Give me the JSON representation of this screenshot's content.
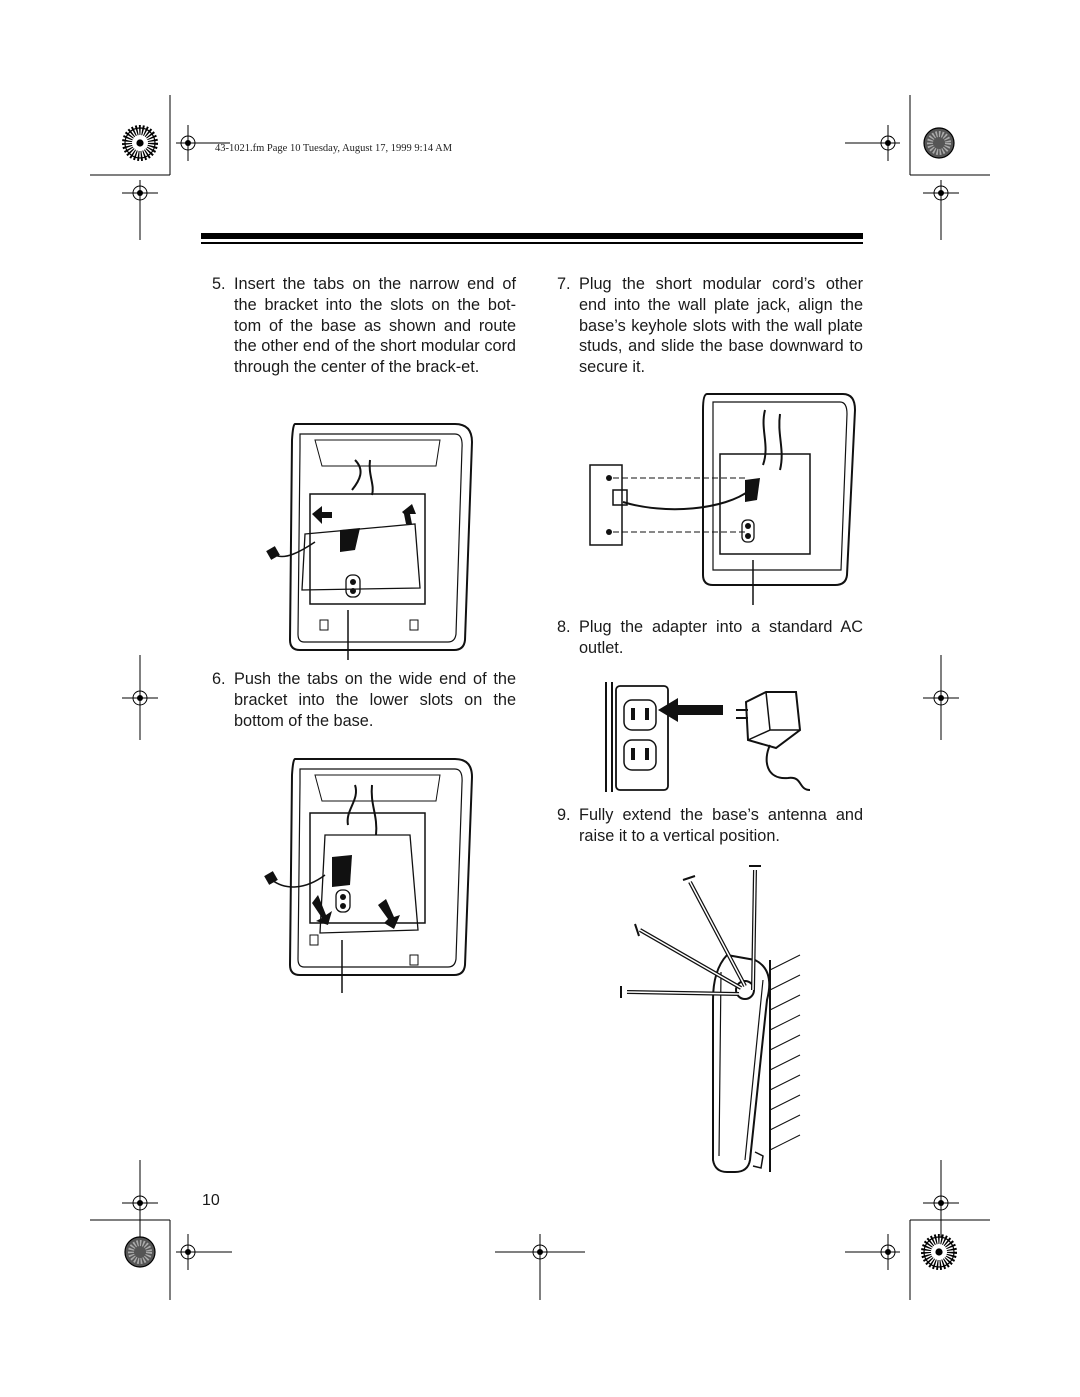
{
  "header": {
    "file_info": "43-1021.fm  Page 10  Tuesday, August 17, 1999  9:14 AM"
  },
  "steps": [
    {
      "number": "5.",
      "text": "Insert the tabs on the narrow end of the bracket into the slots on the bot-tom of the base as shown and route the other end of the short modular cord through the center of the brack-et."
    },
    {
      "number": "6.",
      "text": "Push the tabs on the wide end of the bracket into the lower slots on the bottom of the base."
    },
    {
      "number": "7.",
      "text": "Plug the short modular cord’s other end into the wall plate jack, align the base’s keyhole slots with the wall plate studs, and slide the base downward to secure it."
    },
    {
      "number": "8.",
      "text": "Plug the adapter into a standard AC outlet."
    },
    {
      "number": "9.",
      "text": "Fully extend the base’s antenna and raise it to a vertical position."
    }
  ],
  "page_number": "10",
  "figures": {
    "fig5": "base-bottom-bracket-narrow-tabs",
    "fig6": "base-bottom-bracket-wide-tabs",
    "fig7": "base-mounted-to-wall-plate",
    "fig8": "adapter-and-ac-outlet",
    "fig9": "antenna-raised-side-view"
  }
}
